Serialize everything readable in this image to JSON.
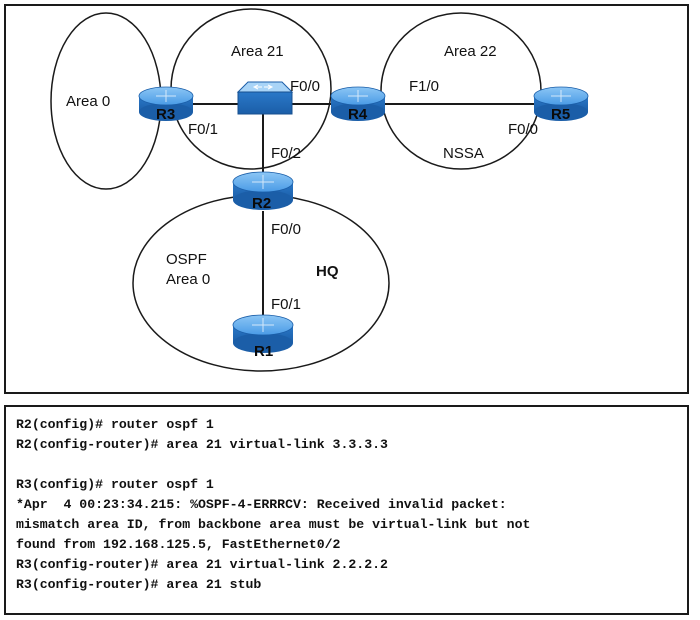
{
  "diagram": {
    "areas": {
      "area0_left": "Area 0",
      "area21": "Area 21",
      "area22": "Area 22",
      "nssa": "NSSA",
      "ospf": "OSPF",
      "area0_bottom": "Area 0",
      "hq": "HQ"
    },
    "routers": {
      "r1": "R1",
      "r2": "R2",
      "r3": "R3",
      "r4": "R4",
      "r5": "R5"
    },
    "interfaces": {
      "r3_f01": "F0/1",
      "r4_f00": "F0/0",
      "r4_f10": "F1/0",
      "r5_f00": "F0/0",
      "r2_f02": "F0/2",
      "r2_f00": "F0/0",
      "r1_f01": "F0/1"
    },
    "colors": {
      "router_body": "#2f7fd1",
      "router_top": "#5aa9ec",
      "switch_body": "#3b8ee0",
      "line": "#1a1a1a"
    }
  },
  "console": {
    "lines": [
      "R2(config)# router ospf 1",
      "R2(config-router)# area 21 virtual-link 3.3.3.3",
      "",
      "R3(config)# router ospf 1",
      "*Apr  4 00:23:34.215: %OSPF-4-ERRRCV: Received invalid packet:",
      "mismatch area ID, from backbone area must be virtual-link but not",
      "found from 192.168.125.5, FastEthernet0/2",
      "R3(config-router)# area 21 virtual-link 2.2.2.2",
      "R3(config-router)# area 21 stub"
    ]
  }
}
